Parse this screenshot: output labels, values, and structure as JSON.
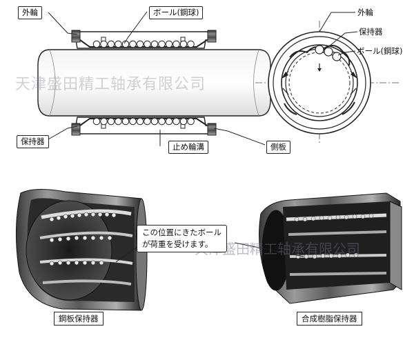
{
  "labels": {
    "outer_ring": "外輪",
    "ball": "ボール(鋼球)",
    "retainer": "保持器",
    "stop_groove": "止め輪溝",
    "side_plate": "側板",
    "outer_ring_r": "外輪",
    "retainer_r": "保持器",
    "ball_r": "ボール(鋼球)"
  },
  "callout": {
    "line1": "この位置にきたボール",
    "line2": "が荷重を受けます。"
  },
  "captions": {
    "steel": "鋼板保持器",
    "resin": "合成樹脂保持器"
  },
  "watermark": "天津盛田精工轴承有限公司",
  "watermark2": "天津盛田精工轴承有限公司"
}
